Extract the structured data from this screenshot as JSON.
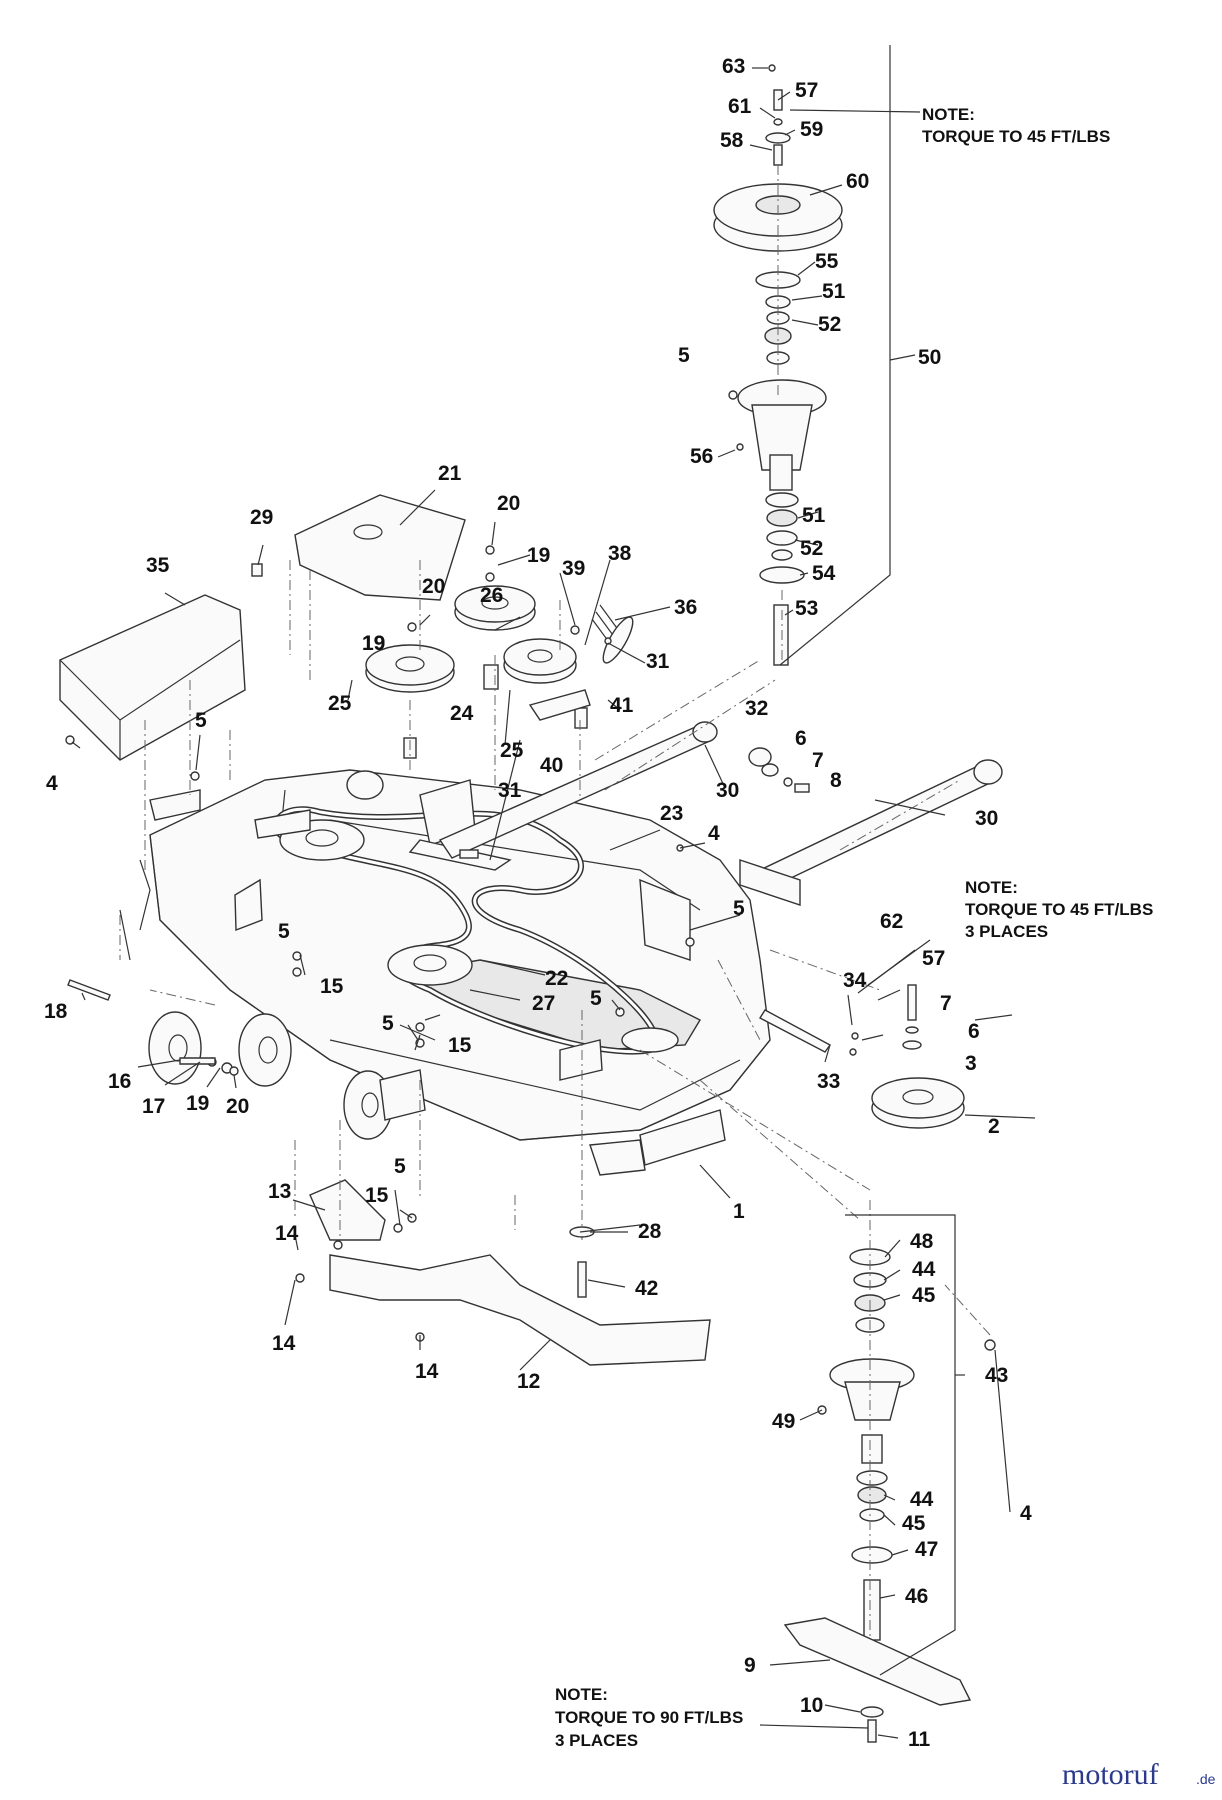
{
  "notes": {
    "top": [
      "NOTE:",
      "TORQUE TO 45 FT/LBS"
    ],
    "middle": [
      "NOTE:",
      "TORQUE TO 45 FT/LBS",
      "3 PLACES"
    ],
    "bottom": [
      "NOTE:",
      "TORQUE TO 90 FT/LBS",
      "3 PLACES"
    ]
  },
  "watermark": {
    "brand": "motoruf",
    "tld": ".de"
  },
  "callouts": [
    "63",
    "57",
    "61",
    "59",
    "58",
    "60",
    "55",
    "51",
    "52",
    "5",
    "50",
    "56",
    "51",
    "52",
    "54",
    "53",
    "21",
    "20",
    "29",
    "19",
    "39",
    "38",
    "35",
    "26",
    "20",
    "19",
    "36",
    "19",
    "31",
    "25",
    "32",
    "6",
    "7",
    "8",
    "24",
    "41",
    "5",
    "4",
    "25",
    "40",
    "30",
    "31",
    "23",
    "30",
    "4",
    "5",
    "5",
    "15",
    "22",
    "27",
    "5",
    "62",
    "57",
    "7",
    "34",
    "18",
    "5",
    "15",
    "6",
    "3",
    "16",
    "17",
    "19",
    "20",
    "33",
    "2",
    "5",
    "13",
    "15",
    "1",
    "14",
    "28",
    "48",
    "44",
    "45",
    "14",
    "42",
    "14",
    "12",
    "43",
    "49",
    "4",
    "44",
    "45",
    "47",
    "46",
    "9",
    "10",
    "11"
  ]
}
